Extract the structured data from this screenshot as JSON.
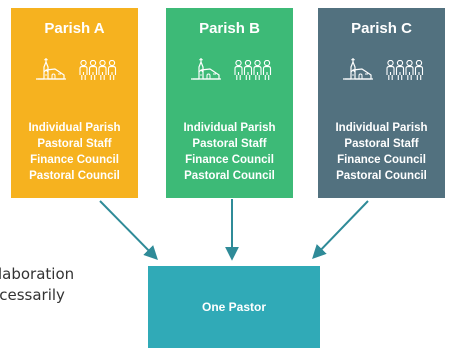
{
  "colors": {
    "parish_a": "#f6b21f",
    "parish_b": "#3dba77",
    "parish_c": "#52717f",
    "pastor": "#30aab7",
    "arrow": "#2f8b98"
  },
  "parishes": [
    {
      "title": "Parish A",
      "icons": [
        "church-icon",
        "people-group-icon"
      ],
      "items": [
        "Individual Parish",
        "Pastoral Staff",
        "Finance Council",
        "Pastoral Council"
      ]
    },
    {
      "title": "Parish B",
      "icons": [
        "church-icon",
        "people-group-icon"
      ],
      "items": [
        "Individual Parish",
        "Pastoral Staff",
        "Finance Council",
        "Pastoral Council"
      ]
    },
    {
      "title": "Parish C",
      "icons": [
        "church-icon",
        "people-group-icon"
      ],
      "items": [
        "Individual Parish",
        "Pastoral Staff",
        "Finance Council",
        "Pastoral Council"
      ]
    }
  ],
  "side_text": [
    "laboration",
    "ecessarily"
  ],
  "pastor": {
    "label": "One Pastor"
  }
}
